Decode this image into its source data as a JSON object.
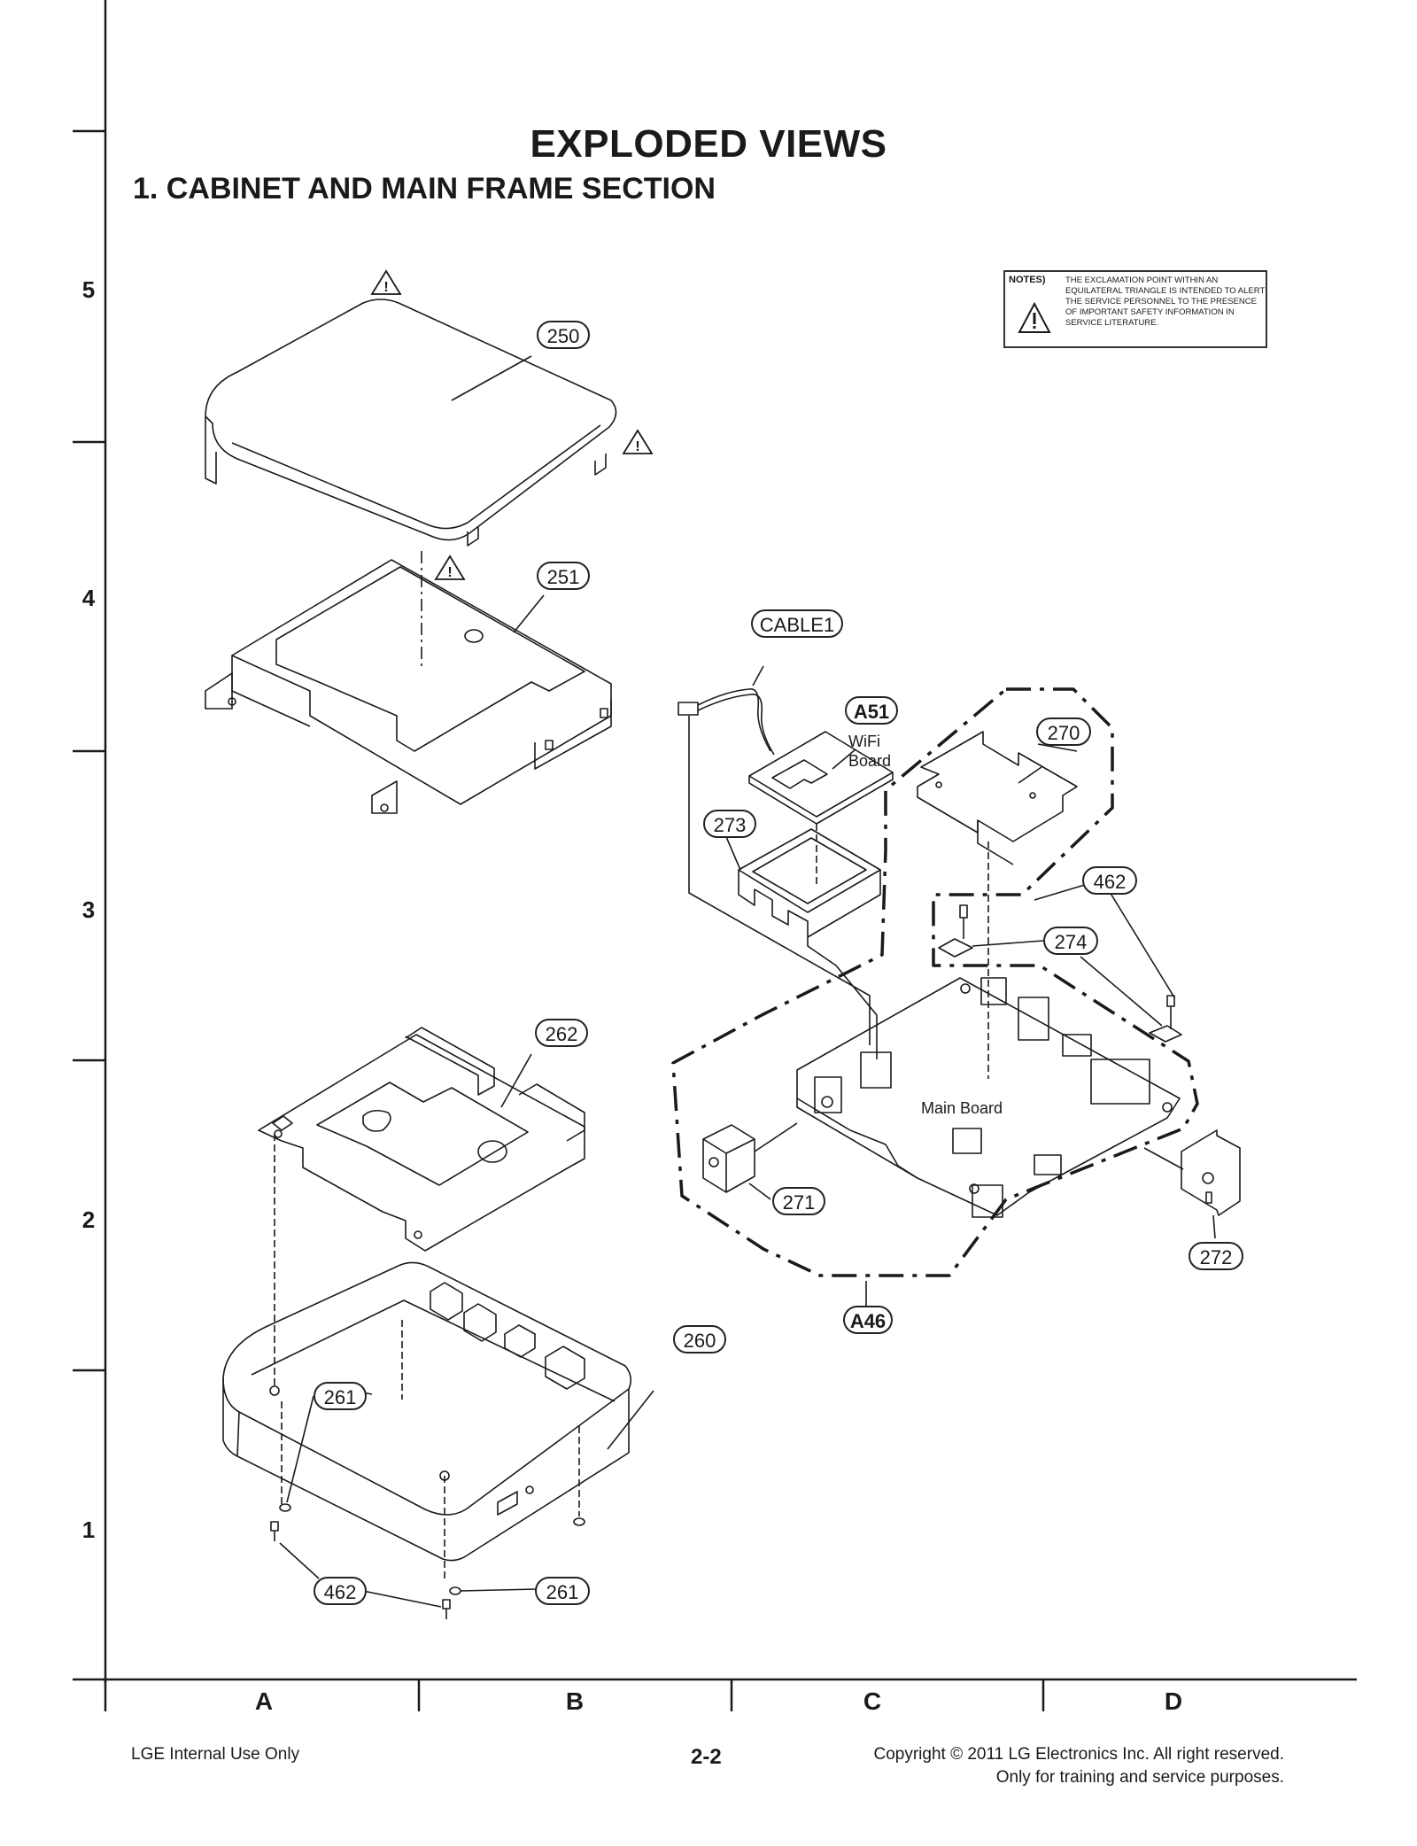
{
  "page": {
    "title": "EXPLODED VIEWS",
    "section": "1. CABINET AND MAIN FRAME SECTION"
  },
  "grid": {
    "rows": [
      "5",
      "4",
      "3",
      "2",
      "1"
    ],
    "columns": [
      "A",
      "B",
      "C",
      "D"
    ]
  },
  "notes": {
    "header": "NOTES)",
    "text": "THE EXCLAMATION POINT WITHIN AN EQUILATERAL TRIANGLE IS INTENDED TO ALERT THE SERVICE PERSONNEL TO THE PRESENCE OF IMPORTANT SAFETY INFORMATION IN SERVICE LITERATURE."
  },
  "callouts": {
    "c250": "250",
    "c251": "251",
    "cable1": "CABLE1",
    "a51": "A51",
    "c270": "270",
    "c273": "273",
    "c462a": "462",
    "c274": "274",
    "c262": "262",
    "c271": "271",
    "c272": "272",
    "a46": "A46",
    "c260": "260",
    "c261a": "261",
    "c462b": "462",
    "c261b": "261"
  },
  "labels": {
    "wifi_line1": "WiFi",
    "wifi_line2": "Board",
    "main_board": "Main Board"
  },
  "footer": {
    "left": "LGE Internal Use Only",
    "page_number": "2-2",
    "copyright_line1": "Copyright © 2011 LG Electronics Inc. All right reserved.",
    "copyright_line2": "Only for training and service purposes."
  },
  "colors": {
    "line": "#1a1a1a",
    "background": "#ffffff"
  }
}
